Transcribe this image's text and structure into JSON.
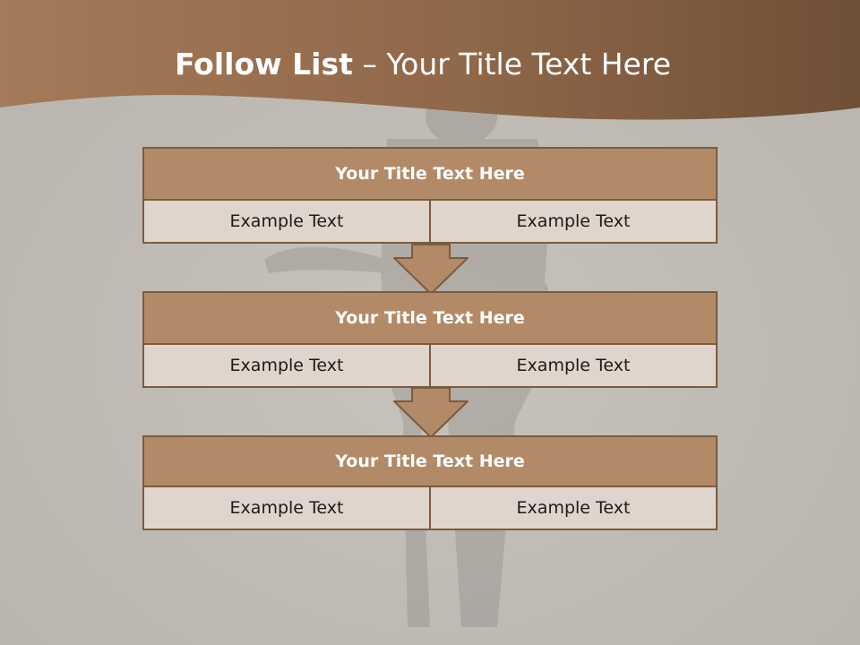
{
  "slide": {
    "title_bold": "Follow List",
    "title_rest": "– Your Title Text Here"
  },
  "blocks": [
    {
      "title": "Your Title Text Here",
      "cells": [
        "Example Text",
        "Example Text"
      ]
    },
    {
      "title": "Your Title Text Here",
      "cells": [
        "Example Text",
        "Example Text"
      ]
    },
    {
      "title": "Your Title Text Here",
      "cells": [
        "Example Text",
        "Example Text"
      ]
    }
  ],
  "colors": {
    "header_band": "#8a6446",
    "block_title_fill": "#b38a68",
    "block_cell_fill": "#e0d5cc",
    "border": "#7b5b3f",
    "arrow_fill": "#b38a68"
  }
}
